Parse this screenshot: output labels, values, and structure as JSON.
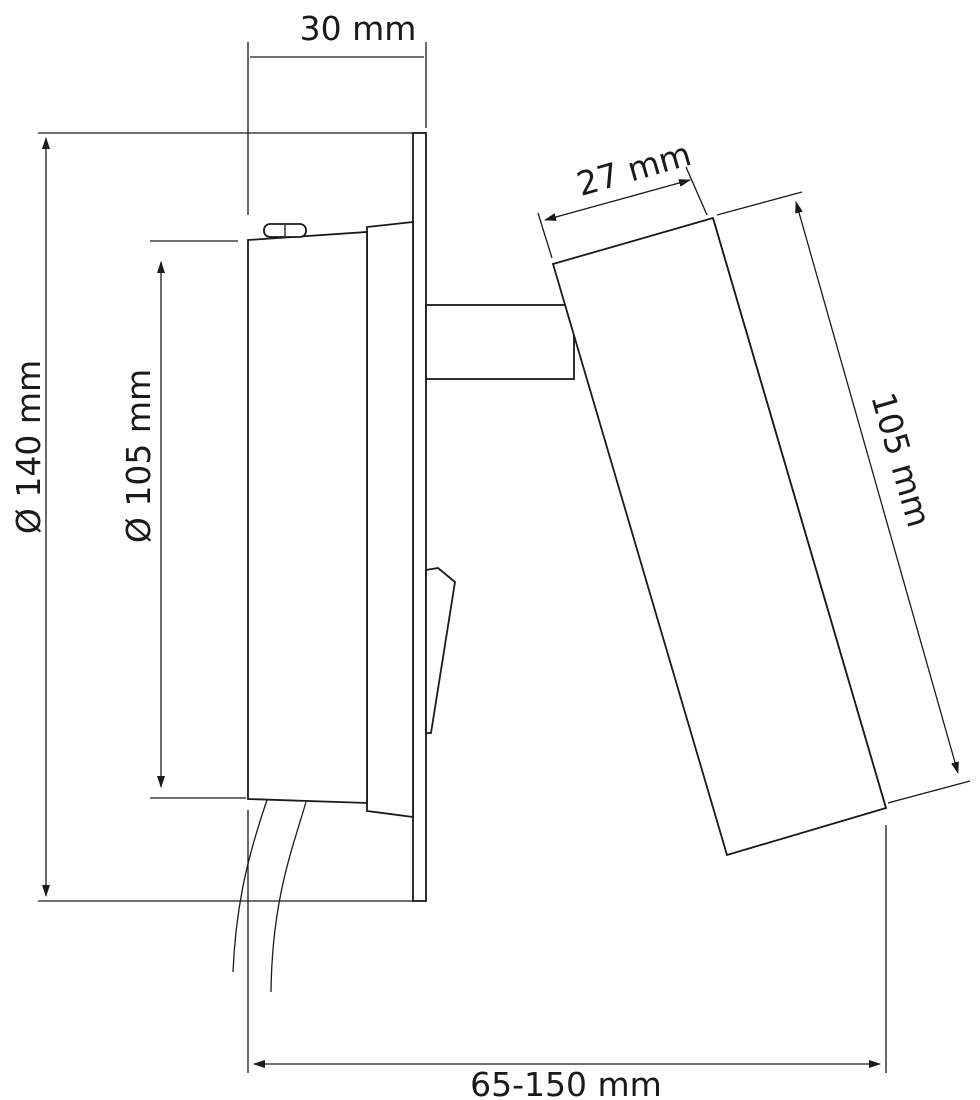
{
  "dimensions": {
    "depth_label": "30 mm",
    "outer_diameter_label": "Ø 140 mm",
    "inner_diameter_label": "Ø 105 mm",
    "head_width_label": "27 mm",
    "head_length_label": "105 mm",
    "projection_label": "65-150 mm"
  }
}
